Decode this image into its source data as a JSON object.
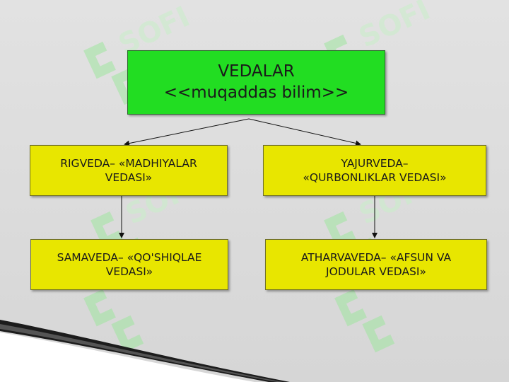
{
  "diagram": {
    "root": {
      "line1": "VEDALAR",
      "line2": "<<muqaddas bilim>>"
    },
    "nodes": [
      {
        "line1": "RIGVEDA– «MADHIYALAR",
        "line2": "VEDASI»"
      },
      {
        "line1": "YAJURVEDA–",
        "line2": "«QURBONLIKLAR VEDASI»"
      },
      {
        "line1": "SAMAVEDA– «QO'SHIQLAE",
        "line2": "VEDASI»"
      },
      {
        "line1": "ATHARVAVEDA– «AFSUN VA",
        "line2": "JODULAR VEDASI»"
      }
    ]
  },
  "colors": {
    "root_fill": "#22dd22",
    "node_fill": "#e8e600",
    "background": "#dcdcdc",
    "watermark": "#8fe08f"
  },
  "icons": {
    "watermark": "sofi-logo-watermark"
  }
}
